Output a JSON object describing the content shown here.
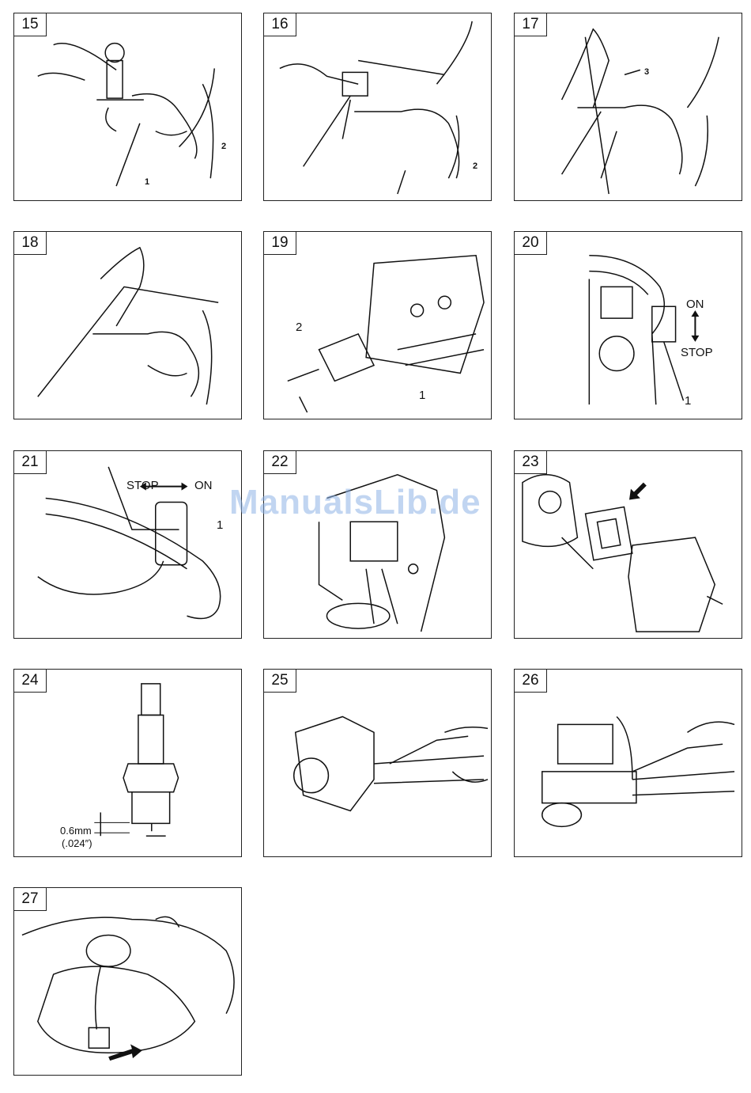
{
  "watermark": "ManualsLib.de",
  "figures": [
    {
      "id": "15",
      "labels": [
        "1",
        "2"
      ]
    },
    {
      "id": "16",
      "labels": [
        "2"
      ]
    },
    {
      "id": "17",
      "labels": [
        "3"
      ]
    },
    {
      "id": "18",
      "labels": []
    },
    {
      "id": "19",
      "labels": [
        "2",
        "1"
      ]
    },
    {
      "id": "20",
      "labels": [
        "ON",
        "STOP",
        "1"
      ]
    },
    {
      "id": "21",
      "labels": [
        "STOP",
        "ON",
        "1"
      ]
    },
    {
      "id": "22",
      "labels": []
    },
    {
      "id": "23",
      "labels": []
    },
    {
      "id": "24",
      "labels": [
        "0.6mm",
        "(.024″)"
      ]
    },
    {
      "id": "25",
      "labels": []
    },
    {
      "id": "26",
      "labels": []
    },
    {
      "id": "27",
      "labels": []
    }
  ]
}
